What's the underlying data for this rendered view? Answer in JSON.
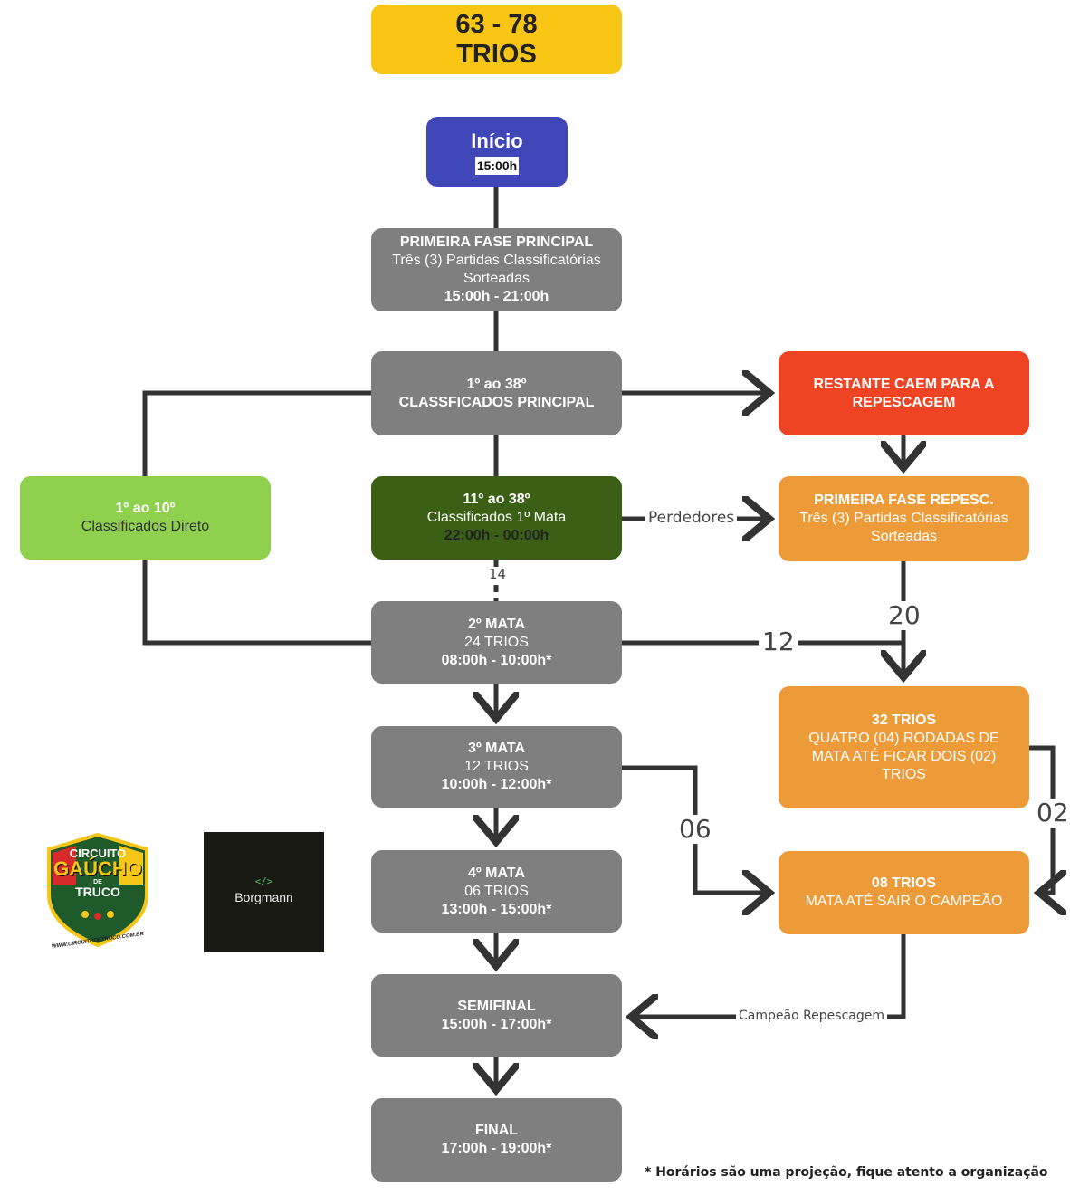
{
  "header": {
    "line1": "63 - 78",
    "line2": "TRIOS"
  },
  "inicio": {
    "title": "Início",
    "time": "15:00h"
  },
  "primeira_fase": {
    "title": "PRIMEIRA FASE PRINCIPAL",
    "line1": "Três (3) Partidas Classificatórias",
    "line2": "Sorteadas",
    "time": "15:00h - 21:00h"
  },
  "classificados_principal": {
    "line1": "1º ao 38º",
    "line2": "CLASSFICADOS PRINCIPAL"
  },
  "restante": {
    "line1": "RESTANTE CAEM PARA A",
    "line2": "REPESCAGEM"
  },
  "direto": {
    "title": "1º ao 10º",
    "subtitle": "Classificados Direto"
  },
  "primeira_mata": {
    "title": "11º ao 38º",
    "subtitle": "Classificados 1º Mata",
    "time": "22:00h - 00:00h"
  },
  "repesc_fase": {
    "title": "PRIMEIRA FASE REPESC.",
    "line1": "Três (3) Partidas Classificatórias",
    "line2": "Sorteadas"
  },
  "segunda_mata": {
    "title": "2º MATA",
    "subtitle": "24 TRIOS",
    "time": "08:00h - 10:00h*"
  },
  "terceira_mata": {
    "title": "3º MATA",
    "subtitle": "12 TRIOS",
    "time": "10:00h - 12:00h*"
  },
  "quarta_mata": {
    "title": "4º MATA",
    "subtitle": "06 TRIOS",
    "time": "13:00h - 15:00h*"
  },
  "semifinal": {
    "title": "SEMIFINAL",
    "time": "15:00h - 17:00h*"
  },
  "final": {
    "title": "FINAL",
    "time": "17:00h - 19:00h*"
  },
  "trios32": {
    "title": "32 TRIOS",
    "line1": "QUATRO (04) RODADAS DE",
    "line2": "MATA ATÉ FICAR DOIS (02)",
    "line3": "TRIOS"
  },
  "trios08": {
    "title": "08 TRIOS",
    "subtitle": "MATA ATÉ SAIR O CAMPEÃO"
  },
  "labels": {
    "perdedores": "Perdedores",
    "n14": "14",
    "n20": "20",
    "n12": "12",
    "n06": "06",
    "n02": "02",
    "campeao_repescagem": "Campeão Repescagem"
  },
  "footnote": "* Horários são uma projeção, fique atento a organização",
  "logos": {
    "circuito": {
      "line1": "CIRCUITO",
      "line2": "GAÚCHO",
      "line3": "TRUCO",
      "small": "DE",
      "url": "WWW.CIRCUITODETRUCO.COM.BR"
    },
    "borgmann": {
      "code": "</>",
      "name": "Borgmann"
    }
  },
  "colors": {
    "yellow": "#f8c514",
    "blue": "#3f46b8",
    "gray": "#7f7f7f",
    "red": "#ef4423",
    "light_green": "#8fd04f",
    "dark_green": "#3a5f15",
    "orange": "#ec9b38",
    "line": "#333333"
  }
}
